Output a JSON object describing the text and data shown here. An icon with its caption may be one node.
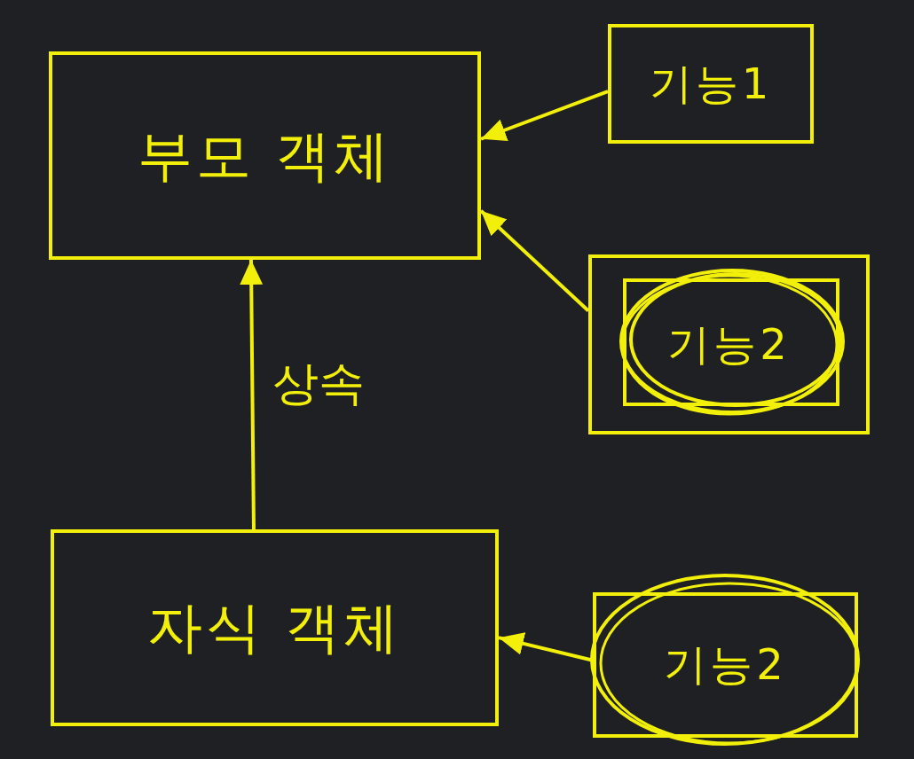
{
  "diagram": {
    "nodes": [
      {
        "text": [
          "부모 객체"
        ]
      },
      {
        "text": [
          "기능1"
        ]
      },
      {
        "text": [
          "기능2"
        ]
      },
      {
        "text": [
          "자식 객체"
        ]
      },
      {
        "text": [
          "기능2"
        ]
      }
    ],
    "edges": [
      {
        "from": 1,
        "to": 0,
        "arrow": "to"
      },
      {
        "from": 2,
        "to": 0,
        "arrow": "to"
      },
      {
        "from": 3,
        "to": 0,
        "arrow": "to",
        "label": "상속"
      },
      {
        "from": 4,
        "to": 3,
        "arrow": "to"
      }
    ]
  }
}
